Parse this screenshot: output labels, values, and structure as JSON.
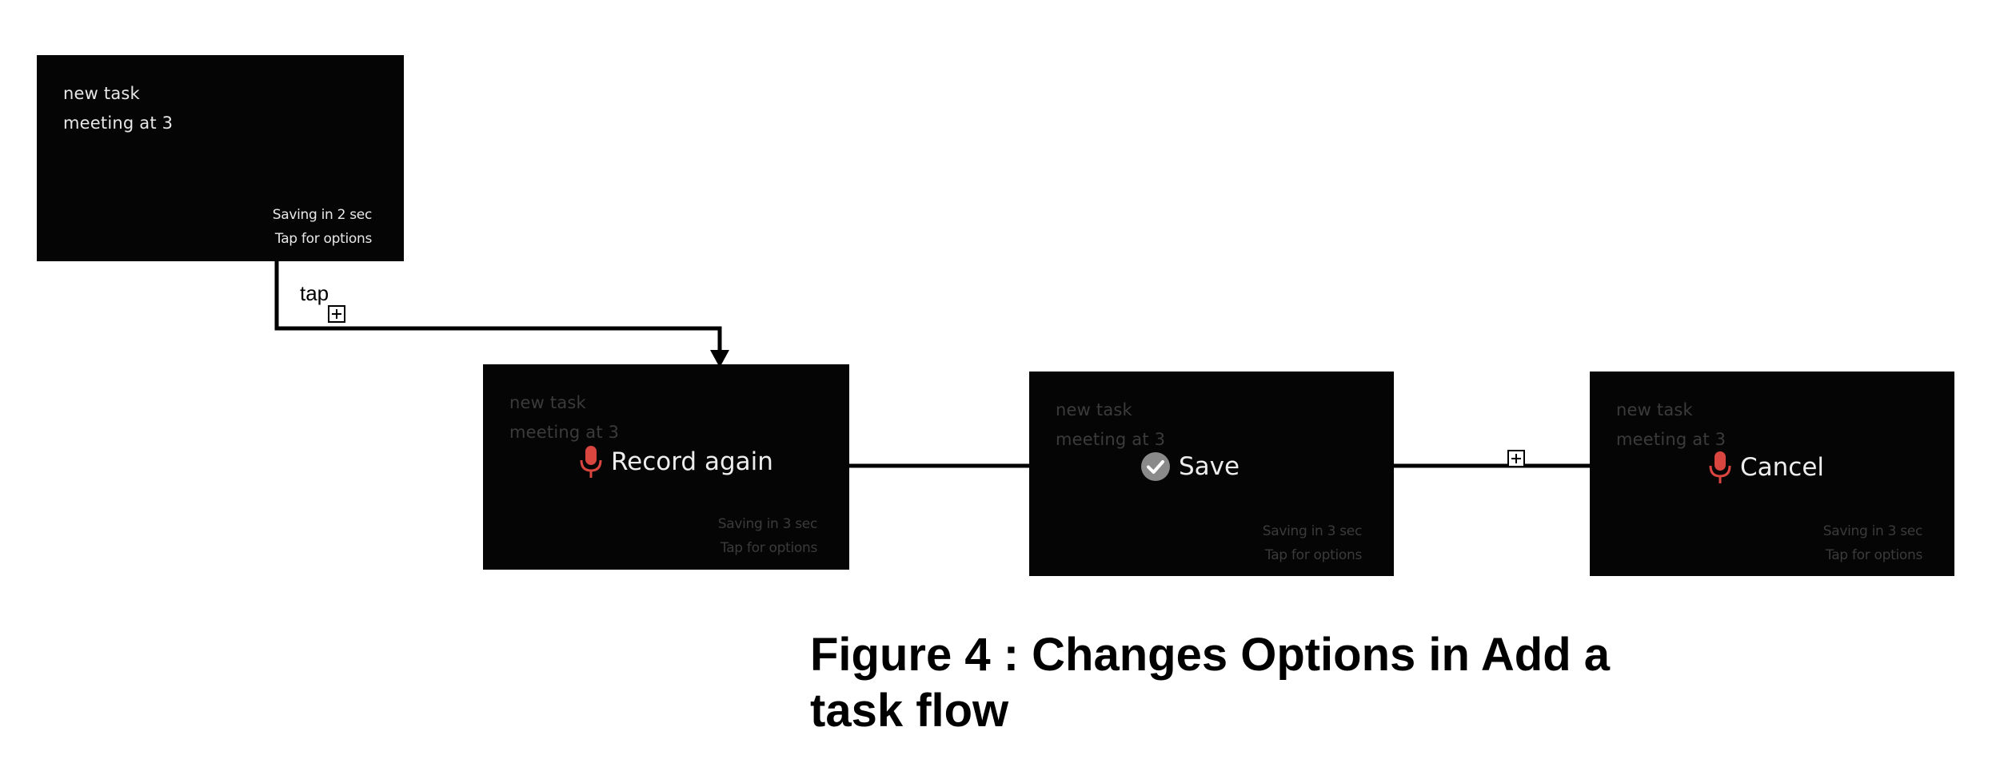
{
  "cards": [
    {
      "line1": "new task",
      "line2": "meeting at 3",
      "footer1": "Saving in 2 sec",
      "footer2": "Tap for options"
    },
    {
      "line1": "new task",
      "line2": "meeting at 3",
      "footer1": "Saving in 3 sec",
      "footer2": "Tap for options",
      "action": {
        "icon": "microphone-icon",
        "label": "Record again",
        "icon_color": "#d9453f"
      }
    },
    {
      "line1": "new task",
      "line2": "meeting at 3",
      "footer1": "Saving in 3 sec",
      "footer2": "Tap for options",
      "action": {
        "icon": "checkmark-circle-icon",
        "label": "Save",
        "icon_color": "#8a8a8a"
      }
    },
    {
      "line1": "new task",
      "line2": "meeting at 3",
      "footer1": "Saving in 3 sec",
      "footer2": "Tap for options",
      "action": {
        "icon": "microphone-icon",
        "label": "Cancel",
        "icon_color": "#d9453f"
      }
    }
  ],
  "tap_label": "tap",
  "caption": "Figure 4 : Changes Options in Add a task flow"
}
